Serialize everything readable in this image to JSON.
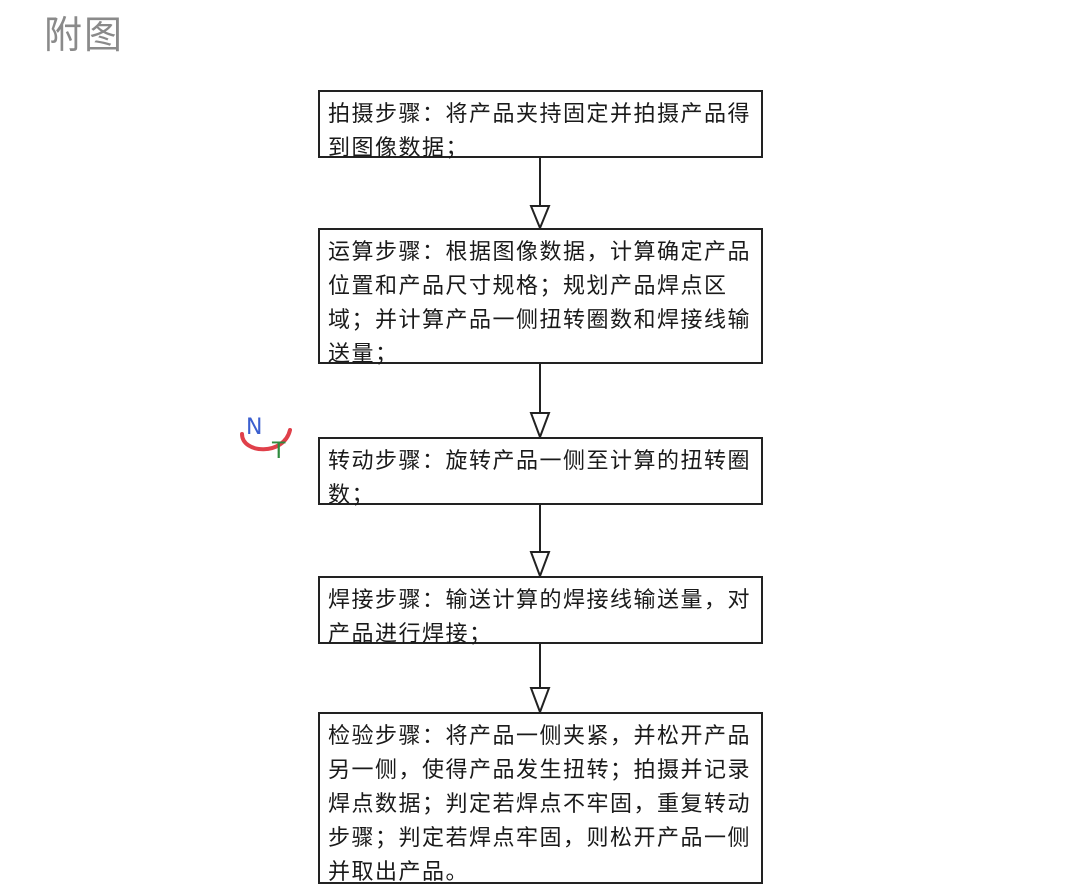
{
  "figure": {
    "title": "附图"
  },
  "steps": [
    {
      "text": "拍摄步骤：将产品夹持固定并拍摄产品得到图像数据；"
    },
    {
      "text": "运算步骤：根据图像数据，计算确定产品位置和产品尺寸规格；规划产品焊点区域；并计算产品一侧扭转圈数和焊接线输送量；"
    },
    {
      "text": "转动步骤：旋转产品一侧至计算的扭转圈数；"
    },
    {
      "text": "焊接步骤：输送计算的焊接线输送量，对产品进行焊接；"
    },
    {
      "text": "检验步骤：将产品一侧夹紧，并松开产品另一侧，使得产品发生扭转；拍摄并记录焊点数据；判定若焊点不牢固，重复转动步骤；判定若焊点牢固，则松开产品一侧并取出产品。"
    }
  ],
  "watermark": {
    "logo_letters": "NT",
    "colors": {
      "n": "#3b5fcf",
      "t": "#2e8b3e",
      "swoosh": "#e0404a"
    }
  }
}
